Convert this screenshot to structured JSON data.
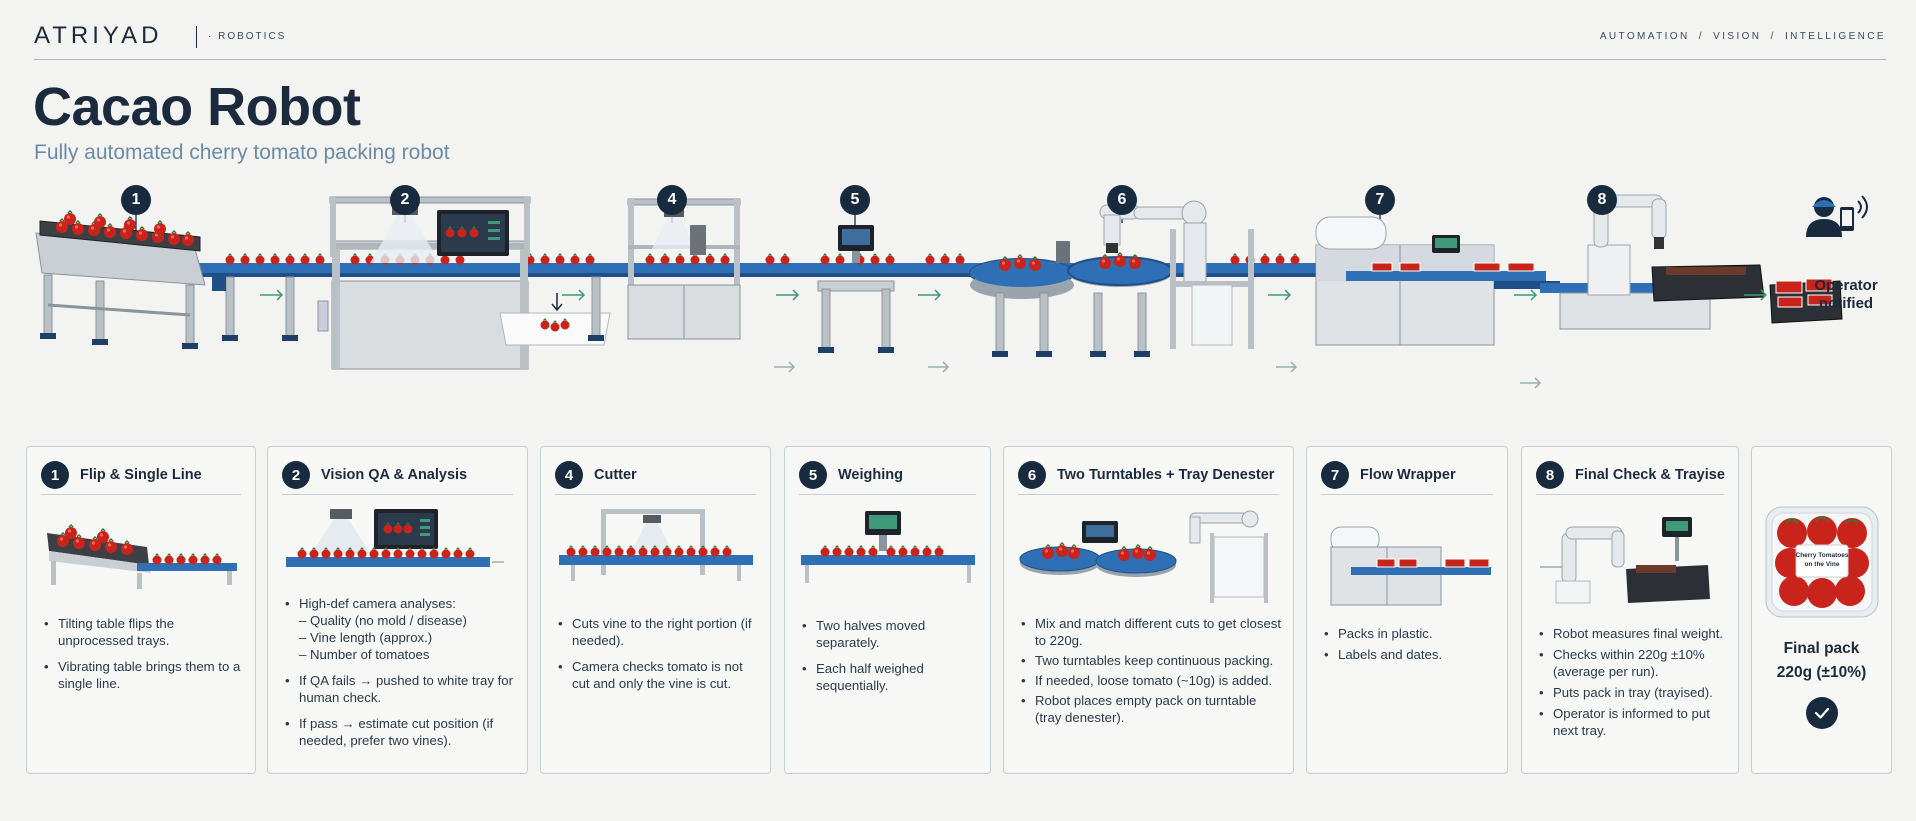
{
  "header": {
    "logo": "ATRIYAD",
    "logo_sub": "· ROBOTICS",
    "tagline": "AUTOMATION  /  VISION  /  INTELLIGENCE"
  },
  "title": "Cacao Robot",
  "subtitle": "Fully automated cherry tomato packing robot",
  "strip": {
    "badges": [
      "1",
      "2",
      "4",
      "5",
      "6",
      "7",
      "8"
    ],
    "operator_label_line1": "Operator",
    "operator_label_line2": "notified"
  },
  "cards": [
    {
      "num": "1",
      "title": "Flip & Single Line",
      "bullets": [
        "Tilting table flips the unprocessed trays.",
        "Vibrating table brings them to a single line."
      ]
    },
    {
      "num": "2",
      "title": "Vision QA & Analysis",
      "bullets": [
        "High-def camera analyses:",
        "If QA fails → pushed to white tray for human check.",
        "If pass → estimate cut position (if needed, prefer two vines)."
      ],
      "sub_bullets": [
        "– Quality (no mold / disease)",
        "– Vine length (approx.)",
        "– Number of tomatoes"
      ]
    },
    {
      "num": "4",
      "title": "Cutter",
      "bullets": [
        "Cuts vine to the right portion (if needed).",
        "Camera checks tomato is not cut and only the vine is cut."
      ]
    },
    {
      "num": "5",
      "title": "Weighing",
      "bullets": [
        "Two halves moved separately.",
        "Each half weighed sequentially."
      ]
    },
    {
      "num": "6",
      "title": "Two Turntables + Tray Denester",
      "bullets": [
        "Mix and match different cuts to get closest to 220g.",
        "Two turntables keep continuous packing.",
        "If needed, loose tomato (~10g) is added.",
        "Robot places empty pack on turntable (tray denester)."
      ]
    },
    {
      "num": "7",
      "title": "Flow Wrapper",
      "bullets": [
        "Packs in plastic.",
        "Labels and dates."
      ]
    },
    {
      "num": "8",
      "title": "Final Check & Trayise",
      "bullets": [
        "Robot measures final weight.",
        "Checks within 220g ±10% (average per run).",
        "Puts pack in tray (trayised).",
        "Operator is informed to put next tray."
      ]
    }
  ],
  "final": {
    "label_line1": "Final pack",
    "label_line2": "220g (±10%)",
    "pack_label": "Cherry Tomatoes on the Vine"
  },
  "colors": {
    "navy": "#172a3e",
    "conveyor_blue": "#2f6fb5",
    "tomato_red": "#c8241b",
    "accent_green": "#3e9a78"
  }
}
